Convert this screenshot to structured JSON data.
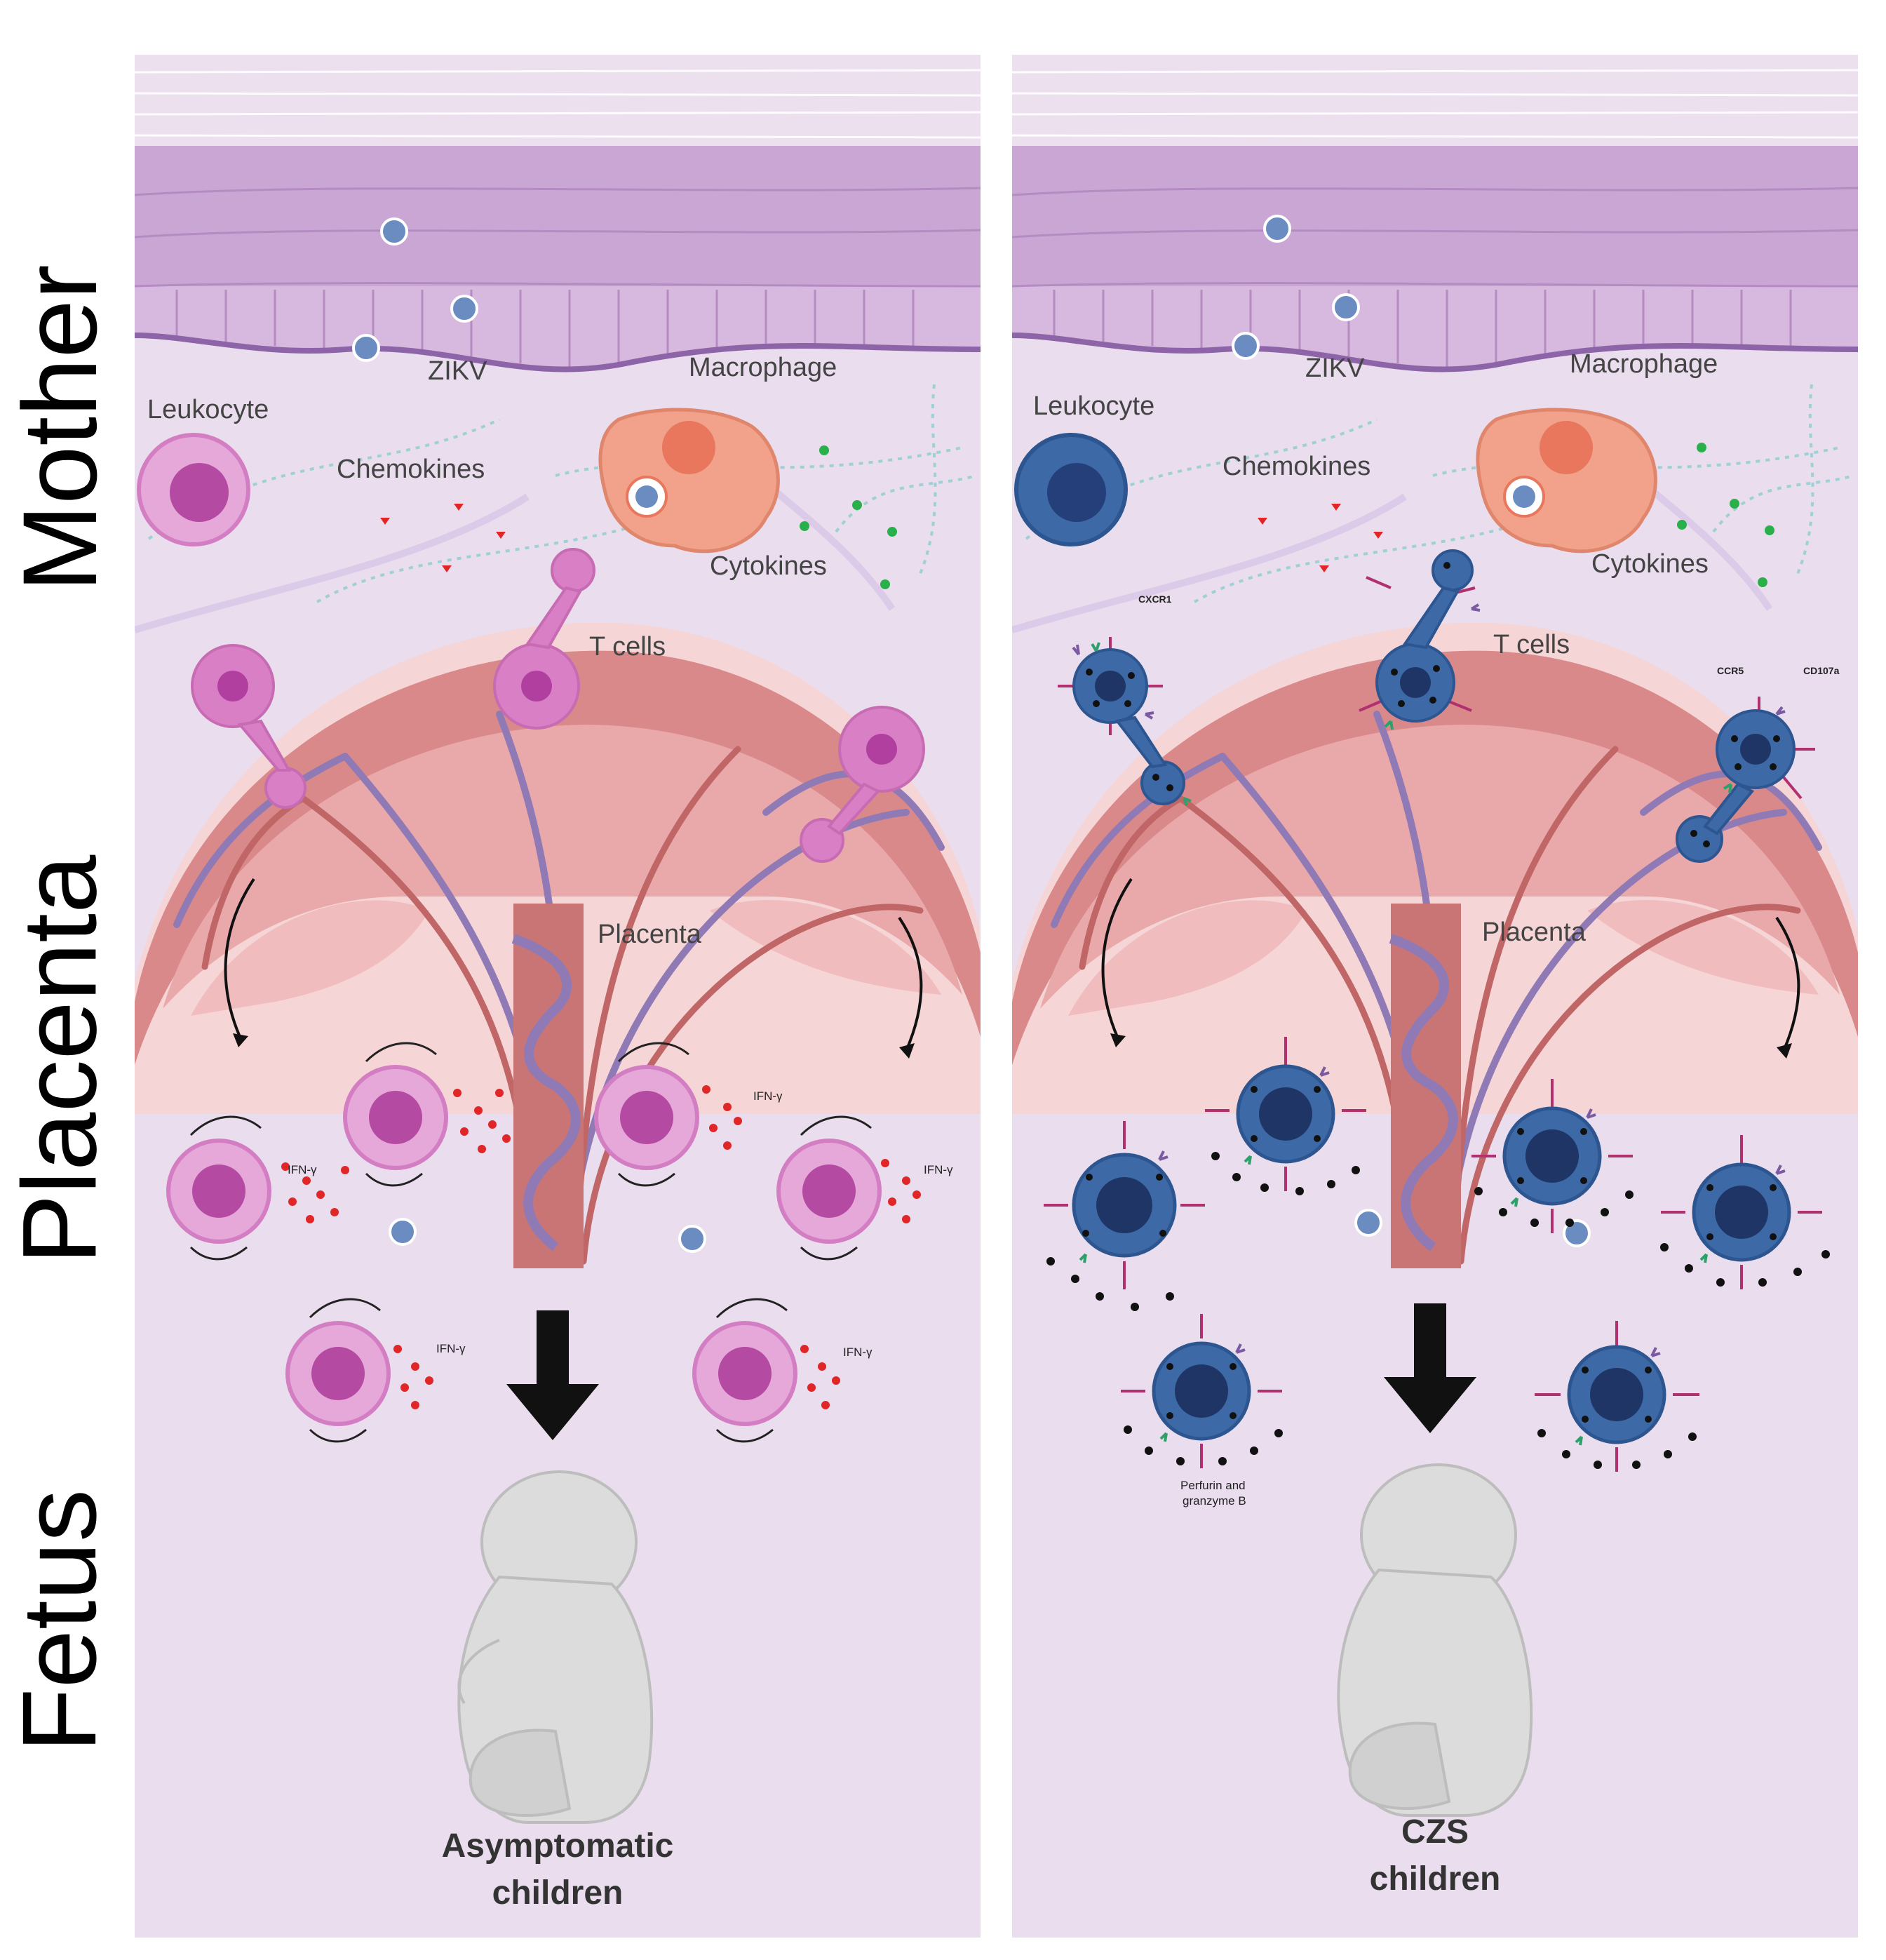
{
  "side_labels": {
    "mother": "Mother",
    "placenta": "Placenta",
    "fetus": "Fetus"
  },
  "left_panel": {
    "zikv": "ZIKV",
    "macrophage": "Macrophage",
    "leukocyte": "Leukocyte",
    "chemokines": "Chemokines",
    "cytokines": "Cytokines",
    "t_cells": "T cells",
    "placenta": "Placenta",
    "ifn": "IFN-γ",
    "caption_line1": "Asymptomatic",
    "caption_line2": "children"
  },
  "right_panel": {
    "zikv": "ZIKV",
    "macrophage": "Macrophage",
    "leukocyte": "Leukocyte",
    "chemokines": "Chemokines",
    "cytokines": "Cytokines",
    "t_cells": "T cells",
    "placenta": "Placenta",
    "cxcr1": "CXCR1",
    "ccr5": "CCR5",
    "cd107a": "CD107a",
    "perforin_line1": "Perfurin and",
    "perforin_line2": "granzyme B",
    "caption_line1": "CZS",
    "caption_line2": "children"
  },
  "colors": {
    "background": "#eaddee",
    "epithelium": "#c9a6d4",
    "placenta": "#e9a9aa",
    "pink_cell": "#d97fc6",
    "blue_cell": "#3d6aa6",
    "ifn_dot": "#e02626",
    "cytokine_dot": "#29b04a"
  }
}
